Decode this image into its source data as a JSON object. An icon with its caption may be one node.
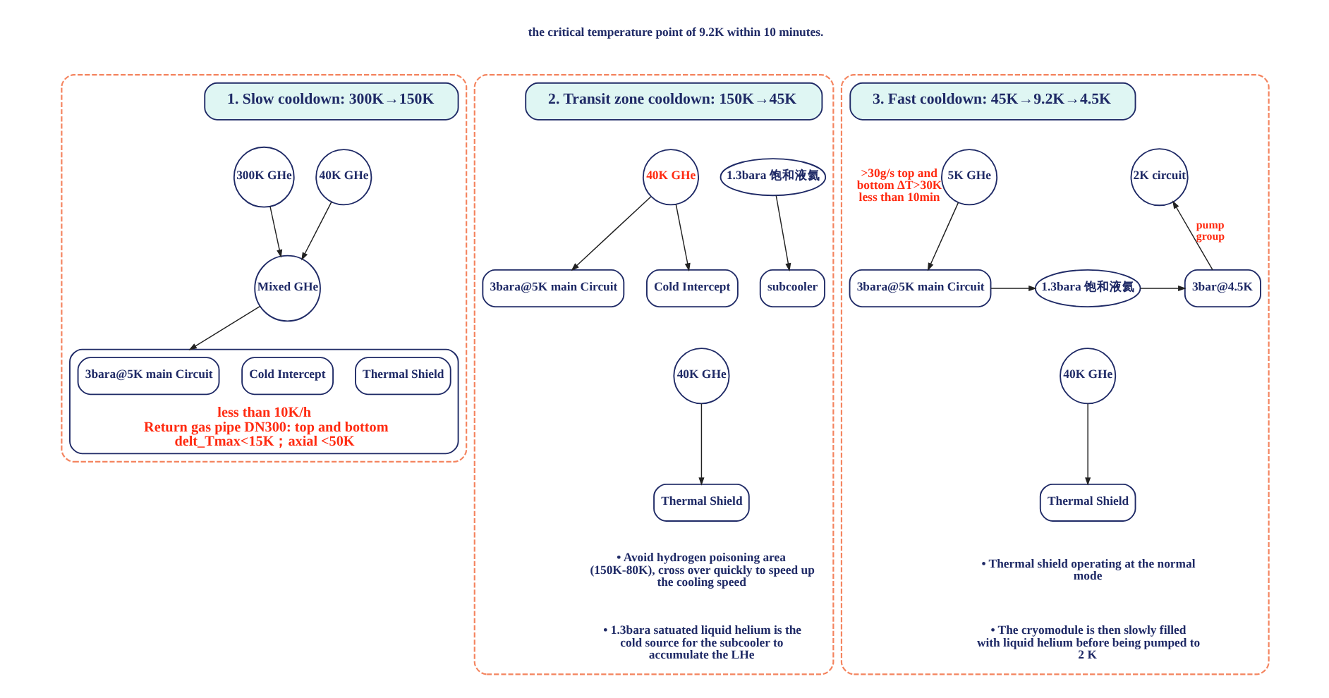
{
  "diagram": {
    "nodes": [
      {
        "text": [],
        "shape": "box"
      },
      {
        "text": [
          "1. Slow cooldown: 300K→150K"
        ],
        "in": 0
      },
      {
        "text": [
          "300K GHe"
        ],
        "in": 0
      },
      {
        "text": [
          "40K GHe"
        ],
        "in": 0
      },
      {
        "text": [
          "Mixed GHe"
        ],
        "in": 0
      },
      {
        "text": [
          "less than 10K/h",
          "Return gas pipe DN300: top and bottom delt_Tmax<15K；axial <50K"
        ],
        "in": 0
      },
      {
        "text": [
          "3bara@5K main Circuit"
        ],
        "in": 5
      },
      {
        "text": [
          "Cold Intercept"
        ],
        "in": 5
      },
      {
        "text": [
          "Thermal Shield"
        ],
        "in": 5
      },
      {
        "text": [],
        "shape": "box"
      },
      {
        "text": [
          "2. Transit zone cooldown: 150K→45K"
        ],
        "in": 9
      },
      {
        "text": [
          "40K GHe"
        ],
        "in": 9
      },
      {
        "text": [
          "3bara@5K main Circuit"
        ],
        "in": 9
      },
      {
        "text": [
          "Cold Intercept"
        ],
        "in": 9
      },
      {
        "text": [
          "1.3bara 饱和液氦"
        ],
        "in": 9
      },
      {
        "text": [
          "subcooler"
        ],
        "in": 9
      },
      {
        "text": [
          "40K GHe"
        ],
        "in": 9
      },
      {
        "text": [
          "Thermal Shield"
        ],
        "in": 9
      },
      {
        "text": [],
        "shape": "box"
      },
      {
        "text": [
          "3. Fast cooldown: 45K→9.2K→4.5K"
        ],
        "in": 18
      },
      {
        "text": [
          "5K GHe"
        ],
        "in": 18,
        "beside": [
          ">30g/s top and bottom ΔT>30K less than 10min"
        ]
      },
      {
        "text": [
          "3bara@5K main Circuit"
        ],
        "in": 18
      },
      {
        "text": [
          "1.3bara 饱和液氦"
        ],
        "in": 18
      },
      {
        "text": [
          "3bar@4.5K"
        ],
        "in": 18
      },
      {
        "text": [
          "2K circuit"
        ],
        "in": 18
      },
      {
        "text": [
          "40K GHe"
        ],
        "in": 18
      },
      {
        "text": [
          "Thermal Shield"
        ],
        "in": 18
      }
    ],
    "edges": [
      {
        "from": 2,
        "to": 4,
        "arrow": "to"
      },
      {
        "from": 3,
        "to": 4,
        "arrow": "to"
      },
      {
        "from": 4,
        "to": 5,
        "arrow": "to"
      },
      {
        "from": 11,
        "to": 12,
        "arrow": "to"
      },
      {
        "from": 11,
        "to": 13,
        "arrow": "to"
      },
      {
        "from": 14,
        "to": 15,
        "arrow": "to"
      },
      {
        "from": 16,
        "to": 17,
        "arrow": "to"
      },
      {
        "from": 20,
        "to": 21,
        "arrow": "to"
      },
      {
        "from": 21,
        "to": 22,
        "arrow": "to"
      },
      {
        "from": 22,
        "to": 23,
        "arrow": "to"
      },
      {
        "from": 23,
        "to": 24,
        "label": "pump group",
        "arrow": "to"
      },
      {
        "from": 25,
        "to": 26,
        "arrow": "to"
      }
    ],
    "labels": [
      "the critical temperature point of 9.2K within 10 minutes.",
      "• Avoid hydrogen poisoning area (150K-80K), cross over quickly to speed up the cooling speed",
      "• 1.3bara satuated liquid helium is the cold source for the subcooler to accumulate the LHe",
      "• Thermal shield operating at the normal mode",
      "• The cryomodule is then slowly filled with liquid helium before being pumped to 2 K"
    ]
  }
}
